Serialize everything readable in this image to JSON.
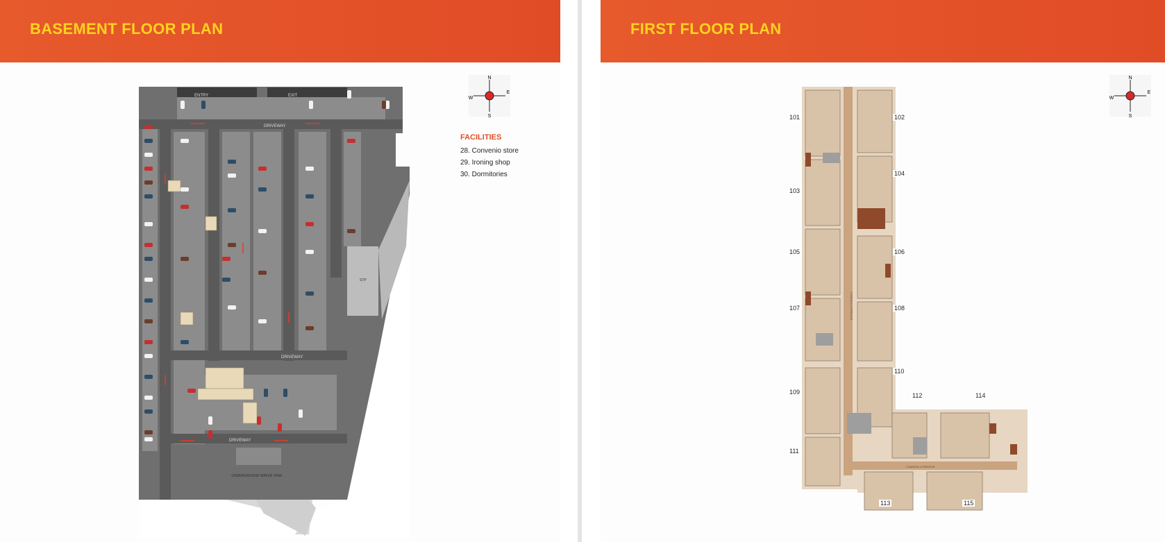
{
  "left_page": {
    "title": "BASEMENT FLOOR PLAN",
    "facilities": {
      "heading": "FACILITIES",
      "items": [
        "28. Convenio store",
        "29. Ironing shop",
        "30. Dormitories"
      ]
    },
    "plan_labels": {
      "entry": "ENTRY",
      "exit": "EXIT",
      "driveway": "DRIVEWAY",
      "stp": "STP",
      "tank": "UNDERGROUND WATER TANK"
    }
  },
  "right_page": {
    "title": "FIRST FLOOR PLAN",
    "corridor": "COMMON CORRIDOR",
    "units": [
      "101",
      "102",
      "103",
      "104",
      "105",
      "106",
      "107",
      "108",
      "109",
      "110",
      "111",
      "112",
      "113",
      "114",
      "115"
    ]
  },
  "compass": {
    "n": "N",
    "s": "S",
    "e": "E",
    "w": "W"
  },
  "colors": {
    "banner": "#e4532a",
    "title": "#ffd21f",
    "facilities_heading": "#e24e25",
    "parking_floor": "#7d7d7d",
    "unit_floor": "#e6d6c2",
    "corridor": "#c9a47f"
  }
}
